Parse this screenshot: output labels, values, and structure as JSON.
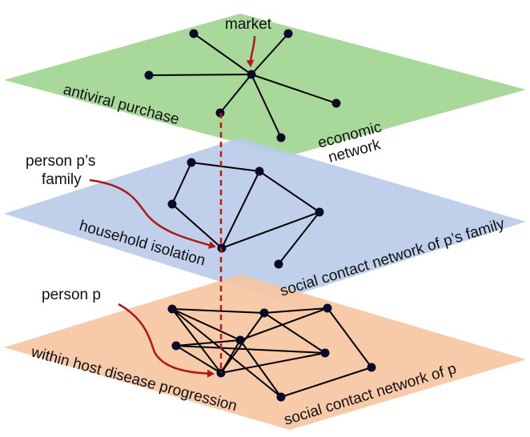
{
  "layers": {
    "economic": {
      "label_line1": "economic",
      "label_line2": "network",
      "edge_label": "antiviral purchase",
      "fill": "#a9d99a"
    },
    "family": {
      "label": "social contact network of p’s family",
      "edge_label": "household isolation",
      "fill": "#b7c9e8"
    },
    "person": {
      "label": "social contact network of p",
      "edge_label": "within host disease progression",
      "fill": "#f6c5a3"
    }
  },
  "callouts": {
    "market": "market",
    "family_line1": "person p’s",
    "family_line2": "family",
    "person": "person p"
  },
  "colors": {
    "node": "#0a0a2a",
    "edge": "#000000",
    "arrow": "#b01818",
    "dashed_link": "#c01818"
  }
}
